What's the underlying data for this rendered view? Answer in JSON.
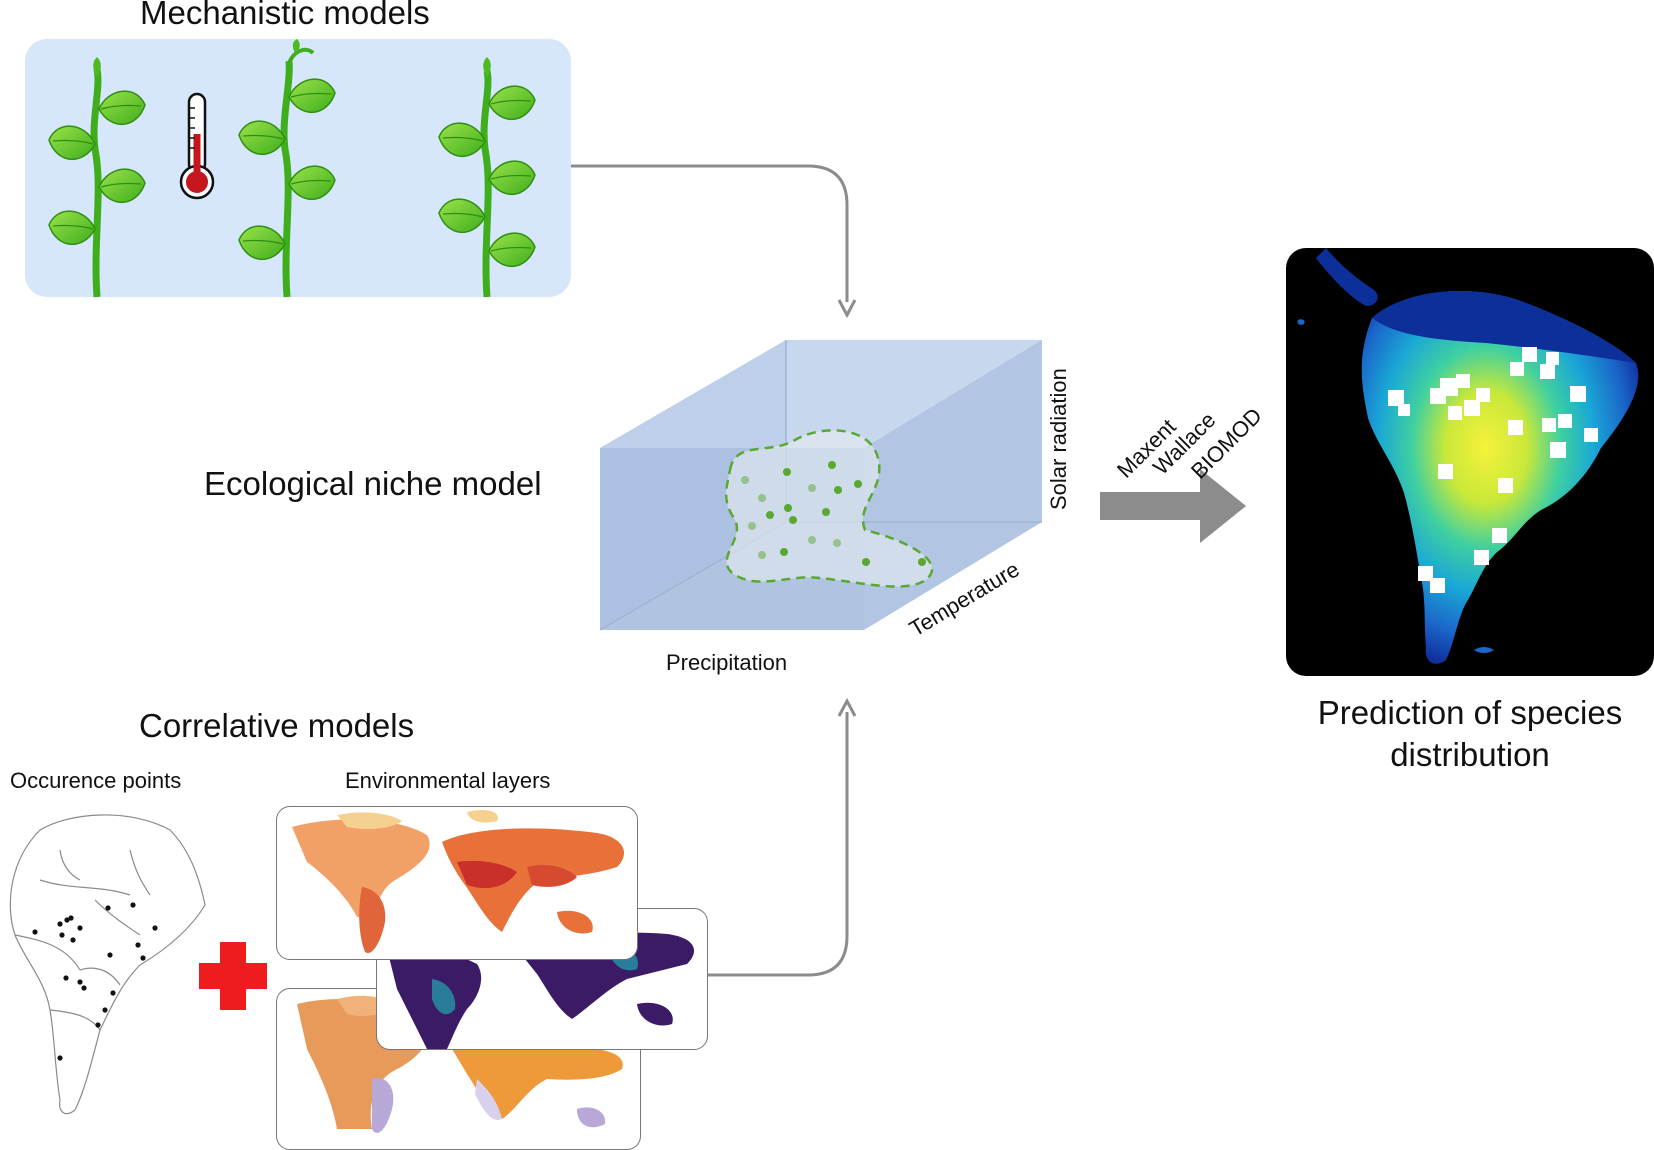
{
  "mechanistic": {
    "title": "Mechanistic models"
  },
  "niche": {
    "title": "Ecological niche model",
    "axes": {
      "x": "Precipitation",
      "z": "Temperature",
      "y": "Solar radiation"
    }
  },
  "methods": [
    "Maxent",
    "Wallace",
    "BIOMOD"
  ],
  "prediction": {
    "title_line1": "Prediction of species",
    "title_line2": "distribution"
  },
  "correlative": {
    "title": "Correlative models",
    "occurrence_label": "Occurence points",
    "environment_label": "Environmental layers"
  },
  "colors": {
    "panel_bg": "#d6e6fb",
    "box_face": "#a9bfdf",
    "niche_green": "#5aa832",
    "arrow_gray": "#8c8c8c",
    "plus_red": "#ee1c1c"
  },
  "icons": [
    "plant-icon",
    "thermometer-icon",
    "plus-icon"
  ]
}
